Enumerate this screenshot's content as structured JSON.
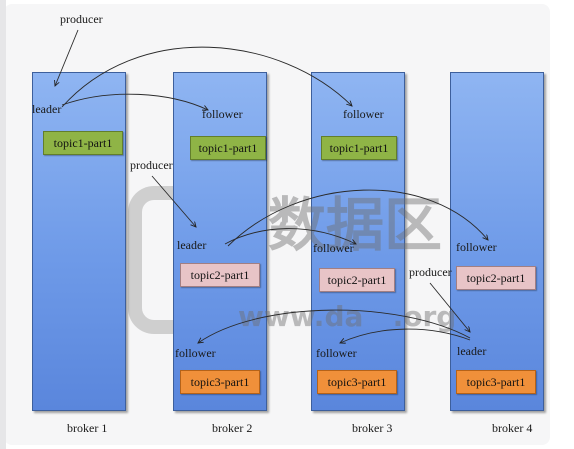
{
  "brokers": [
    {
      "name": "broker 1"
    },
    {
      "name": "broker 2"
    },
    {
      "name": "broker 3"
    },
    {
      "name": "broker 4"
    }
  ],
  "roles": {
    "producer": "producer",
    "leader": "leader",
    "follower": "follower"
  },
  "partitions": {
    "topic1": "topic1-part1",
    "topic2": "topic2-part1",
    "topic3": "topic3-part1"
  },
  "watermark": {
    "glyphs": "数据区",
    "url": "www.da   .org"
  },
  "colors": {
    "broker": "#6e9ae8",
    "topic1": "#8fb446",
    "topic2": "#e8c4c7",
    "topic3": "#f0903a"
  }
}
